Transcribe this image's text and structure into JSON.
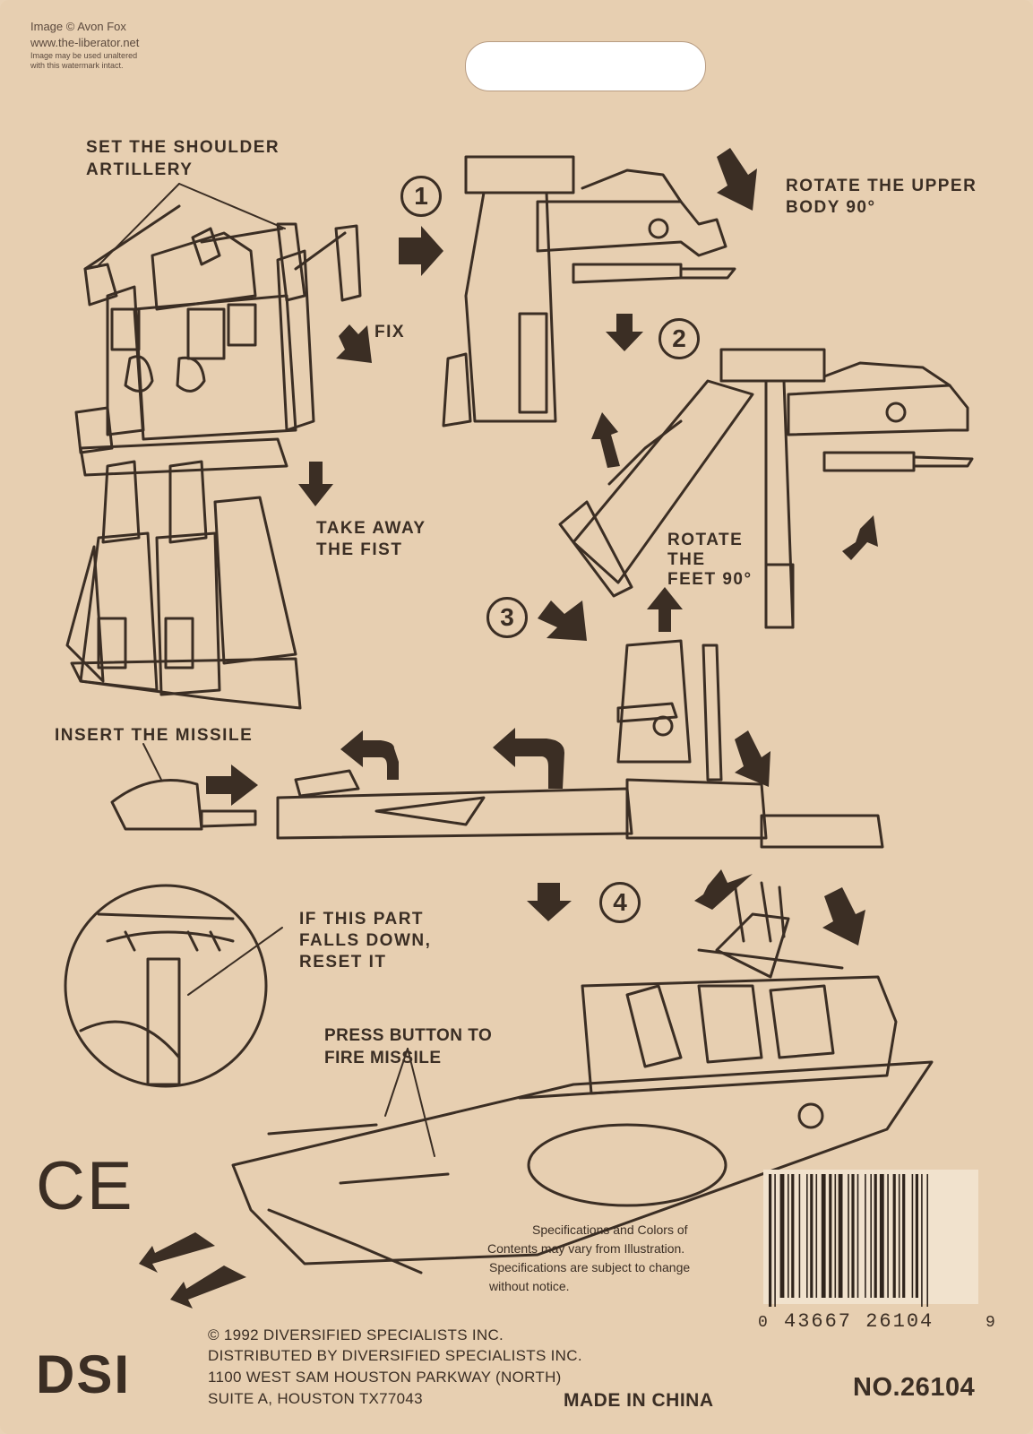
{
  "watermark": {
    "line1": "Image © Avon Fox",
    "line2": "www.the-liberator.net",
    "line3": "Image may be used unaltered",
    "line4": "with this watermark intact."
  },
  "instructions": {
    "shoulder_line1": "SET THE SHOULDER",
    "shoulder_line2": "ARTILLERY",
    "fix": "FIX",
    "fist_line1": "TAKE AWAY",
    "fist_line2": "THE FIST",
    "rotate_upper_line1": "ROTATE THE UPPER",
    "rotate_upper_line2": "BODY 90°",
    "rotate_feet_line1": "ROTATE",
    "rotate_feet_line2": "THE",
    "rotate_feet_line3": "FEET 90°",
    "missile_insert": "INSERT THE MISSILE",
    "reset_line1": "IF THIS PART",
    "reset_line2": "FALLS DOWN,",
    "reset_line3": "RESET IT",
    "press_line1": "PRESS BUTTON TO",
    "press_line2": "FIRE MISSILE"
  },
  "steps": [
    "1",
    "2",
    "3",
    "4"
  ],
  "disclaimer": {
    "line1": "Specifications and Colors of",
    "line2": "Contents may vary from Illustration.",
    "line3": "Specifications are subject to change",
    "line4": "without notice."
  },
  "barcode": {
    "left_digit": "0",
    "middle": "43667 26104",
    "right_digit": "9"
  },
  "ce_mark": "CE",
  "brand": "DSI",
  "legal": {
    "line1": "© 1992 DIVERSIFIED SPECIALISTS INC.",
    "line2": "DISTRIBUTED BY DIVERSIFIED SPECIALISTS INC.",
    "line3": "1100 WEST SAM HOUSTON PARKWAY (NORTH)",
    "line4": "SUITE A, HOUSTON TX77043"
  },
  "made_in": "MADE IN CHINA",
  "item_number": "NO.26104",
  "colors": {
    "card": "#e7cfb1",
    "ink": "#3b2e24"
  }
}
